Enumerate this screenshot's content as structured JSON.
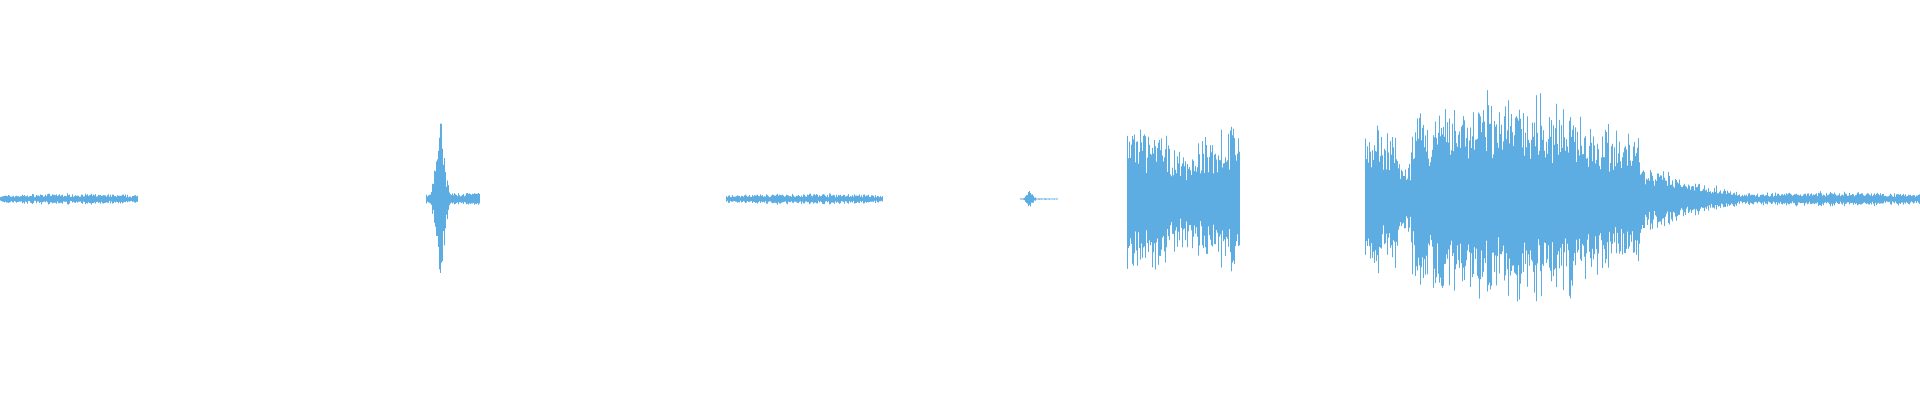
{
  "waveform": {
    "color": "#5dade2",
    "background": "#ffffff",
    "segments": [
      {
        "start": 0.0,
        "end": 0.072,
        "amplitude": 0.03,
        "shape": "flat"
      },
      {
        "start": 0.222,
        "end": 0.25,
        "amplitude": 0.44,
        "shape": "click"
      },
      {
        "start": 0.378,
        "end": 0.46,
        "amplitude": 0.03,
        "shape": "flat"
      },
      {
        "start": 0.531,
        "end": 0.551,
        "amplitude": 0.05,
        "shape": "click"
      },
      {
        "start": 0.587,
        "end": 0.646,
        "amplitude": 0.52,
        "shape": "burst"
      },
      {
        "start": 0.711,
        "end": 0.735,
        "amplitude": 0.48,
        "shape": "attack"
      },
      {
        "start": 0.735,
        "end": 0.855,
        "amplitude": 0.62,
        "shape": "sustain"
      },
      {
        "start": 0.855,
        "end": 0.905,
        "amplitude": 0.18,
        "shape": "decay"
      },
      {
        "start": 0.905,
        "end": 1.0,
        "amplitude": 0.04,
        "shape": "flat"
      }
    ]
  }
}
